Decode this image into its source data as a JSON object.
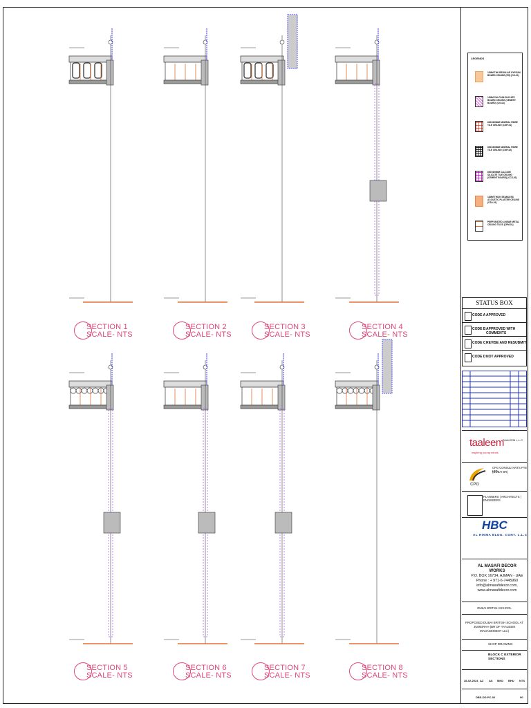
{
  "sections": [
    {
      "title": "SECTION 1",
      "scale": "SCALE- NTS"
    },
    {
      "title": "SECTION 2",
      "scale": "SCALE- NTS"
    },
    {
      "title": "SECTION 3",
      "scale": "SCALE- NTS"
    },
    {
      "title": "SECTION 4",
      "scale": "SCALE- NTS"
    },
    {
      "title": "SECTION 5",
      "scale": "SCALE- NTS"
    },
    {
      "title": "SECTION 6",
      "scale": "SCALE- NTS"
    },
    {
      "title": "SECTION 7",
      "scale": "SCALE- NTS"
    },
    {
      "title": "SECTION 8",
      "scale": "SCALE- NTS"
    }
  ],
  "legend": {
    "title": "LEGENDS",
    "items": [
      {
        "text": "12MM THK REGULAR GYPSUM BOARD CEILING (RG) (CG-01)",
        "color": "#f0a050"
      },
      {
        "text": "12mm CALCIUM SILICATE BOARD CEILING (CEMENT BOARD) (CG-01)",
        "color": "#e060e0"
      },
      {
        "text": "600X600MM MINERAL FIBRE TILE CEILING (CMF-01)",
        "color": "#f07060"
      },
      {
        "text": "600X600MM MINERAL FIBRE TILE CEILING (CMF-02)",
        "color": "#333333"
      },
      {
        "text": "600X600MM CALCIUM SILICATE TILE CEILING (CEMENT BOARD) (CCS-02)",
        "color": "#e040e0"
      },
      {
        "text": "12MM THICK SEAMLESS ACOUSTIC PLASTER CEILING (CSA-01)",
        "color": "#f08040"
      },
      {
        "text": "PERFORATED LINEAR METAL CEILING TILES (CPM-01)",
        "color": "#e07030"
      }
    ]
  },
  "status_box": {
    "title": "STATUS BOX",
    "rows": [
      {
        "code": "CODE A",
        "label": "APPROVED"
      },
      {
        "code": "CODE B",
        "label": "APPROVED WITH COMMENTS"
      },
      {
        "code": "CODE C",
        "label": "REVISE AND RESUBMIT"
      },
      {
        "code": "CODE D",
        "label": "NOT APPROVED"
      }
    ]
  },
  "client": {
    "logo": "taaleem",
    "tagline": "inspiring young minds",
    "name": "TAALEEM L.L.C"
  },
  "consultant": {
    "logo": "CPG",
    "name": "CPG CONSULTANTS PTE LTD",
    "sub": "(DUBAI BR)"
  },
  "architect": {
    "name": "PLANNERS | ARCHITECTS | ENGINEERS"
  },
  "contractor": {
    "logo": "HBC",
    "name": "AL HIKMA BLDG. CONT. L.L.C"
  },
  "subcontractor": {
    "name": "AL MASAFI DECOR WORKS",
    "po": "P.O. BOX 16734, AJMAN - UAE",
    "phone": "Phone : + 971-6-7445960",
    "email": "info@almasafidecor.com,",
    "web": "www.almasafidecor.com"
  },
  "project_name": "DUBAI BRITISH SCHOOL",
  "project_description": "PROPOSED DUBAI BRITISH SCHOOL AT JUMEIRAH (BR OF TAALEEM MANAGEMENT LLC)",
  "stage": "SHOP DRAWING",
  "drawing_title": "BLOCK C EXTERIOR SECTIONS",
  "date": "28-02-2024",
  "drawn": "AZ",
  "checked": "AS",
  "designed": "MKD",
  "approved": "BHU",
  "scale": "NTS",
  "drawing_no": "DBS-DD-PC-02",
  "revision": "00",
  "colors": {
    "title": "#e0457b",
    "ceiling": "#e07030",
    "insulation": "#5a5aff",
    "purple": "#b060ff",
    "dark": "#222"
  }
}
